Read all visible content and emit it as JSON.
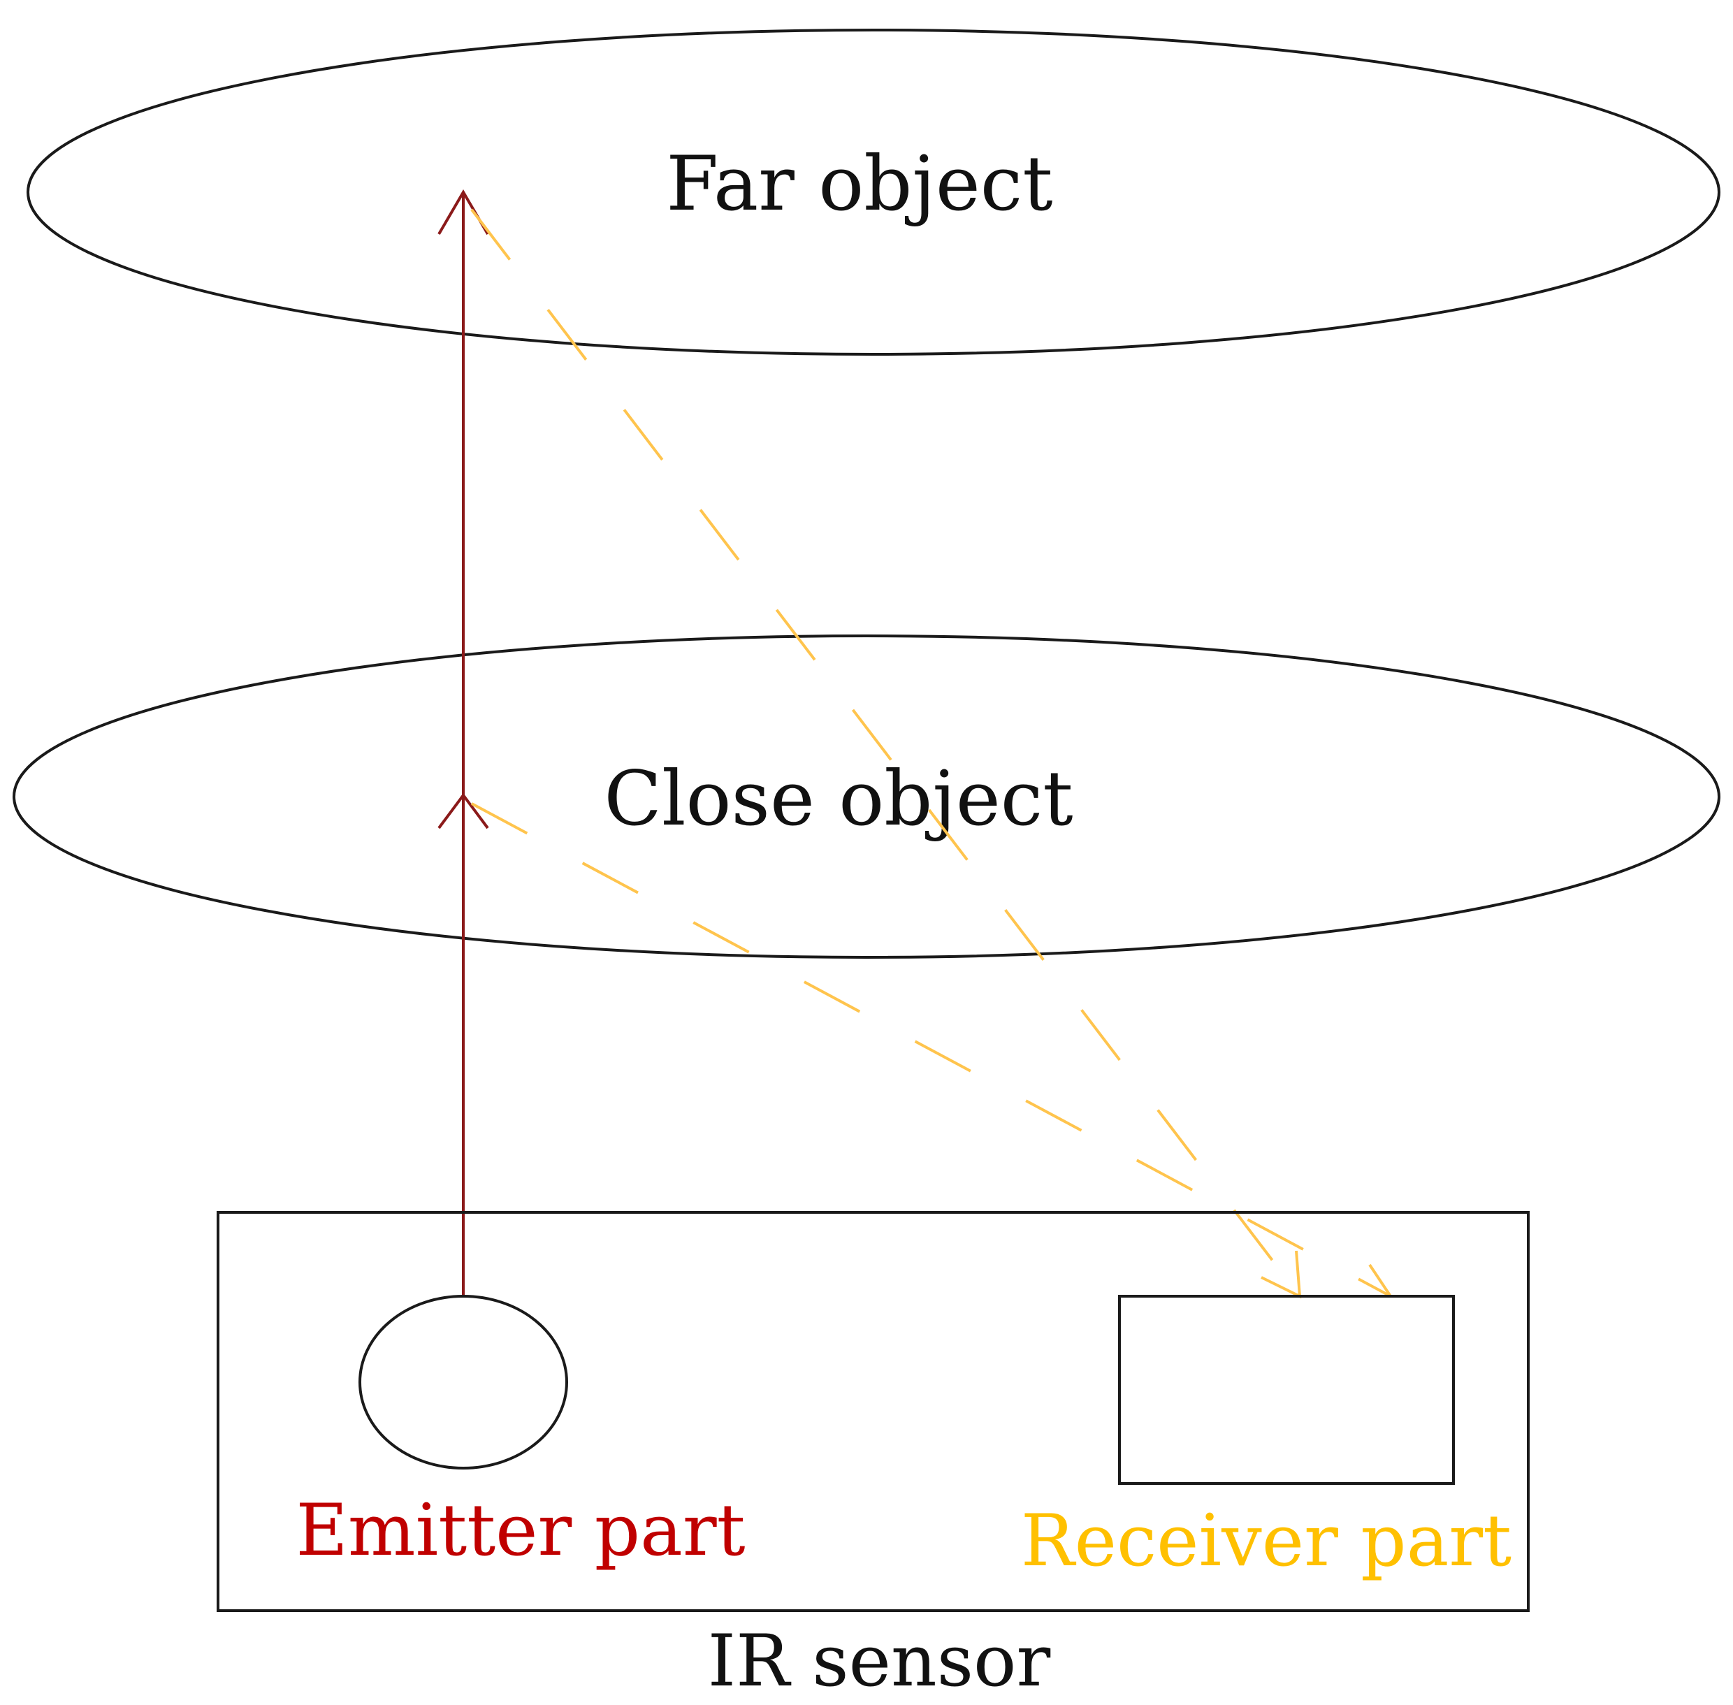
{
  "labels": {
    "far_object": "Far object",
    "close_object": "Close object",
    "emitter": "Emitter part",
    "receiver": "Receiver part",
    "sensor": "IR sensor"
  },
  "colors": {
    "outline": "#1a1a1a",
    "emitter": "#c00000",
    "emitter_ray": "#8b1a1a",
    "receiver": "#ffc000",
    "reflected_ray": "#ffc44d"
  }
}
